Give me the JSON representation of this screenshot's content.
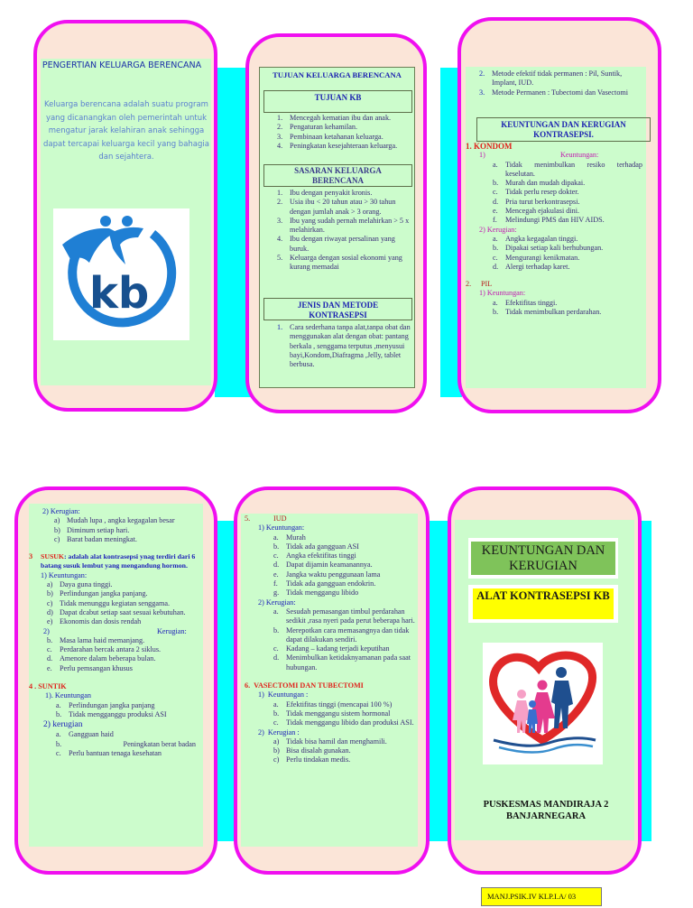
{
  "colors": {
    "panel_border": "#f00ff0",
    "panel_fill": "#fbe5d8",
    "content_fill": "#ccfccc",
    "strip": "#00ffff",
    "heading_blue": "#1a1fb0",
    "heading_red": "#e0231c",
    "subheading_magenta": "#c21ab0",
    "cover_green": "#7fc35a",
    "cover_yellow": "#ffff00"
  },
  "panel1": {
    "title": "PENGERTIAN KELUARGA BERENCANA",
    "body": "Keluarga berencana adalah suatu program yang dicanangkan oleh pemerintah untuk mengatur jarak kelahiran anak sehingga dapat tercapai keluarga kecil yang bahagia dan sejahtera.",
    "logo": {
      "icon": "kb-logo-icon",
      "text": "kb"
    }
  },
  "panel2": {
    "title": "TUJUAN KELUARGA BERENCANA",
    "tujuan_heading": "TUJUAN KB",
    "tujuan_items": [
      {
        "num": "1.",
        "text": "Mencegah kematian ibu dan anak."
      },
      {
        "num": "2.",
        "text": "Pengaturan kehamilan."
      },
      {
        "num": "3.",
        "text": "Pembinaan ketahanan keluarga."
      },
      {
        "num": "4.",
        "text": "Peningkatan kesejahteraan keluarga."
      }
    ],
    "sasaran_heading": "SASARAN KELUARGA BERENCANA",
    "sasaran_items": [
      {
        "num": "1.",
        "text": "Ibu dengan penyakit kronis."
      },
      {
        "num": "2.",
        "text": "Usia ibu < 20 tahun atau > 30 tahun dengan jumlah anak > 3 orang."
      },
      {
        "num": "3.",
        "text": "Ibu yang sudah pernah melahirkan > 5 x melahirkan."
      },
      {
        "num": "4.",
        "text": "Ibu dengan riwayat persalinan yang buruk."
      },
      {
        "num": "5.",
        "text": "Keluarga dengan sosial ekonomi yang kurang memadai"
      }
    ],
    "jenis_heading": "JENIS DAN METODE KONTRASEPSI",
    "jenis_items": [
      {
        "num": "1.",
        "text": "Cara sederhana tanpa alat,tanpa obat dan menggunakan alat dengan obat: pantang berkala , senggama terputus ,menyusui bayi,Kondom,Diafragma ,Jelly, tablet berbusa."
      }
    ]
  },
  "panel3": {
    "metode_items": [
      {
        "num": "2.",
        "text": "Metode efektif tidak permanen : Pil, Suntik, Implant, IUD."
      },
      {
        "num": "3.",
        "text": "Metode Permanen : Tubectomi dan Vasectomi"
      }
    ],
    "heading": "KEUNTUNGAN DAN KERUGIAN KONTRASEPSI.",
    "kondom": {
      "title": "1. KONDOM",
      "keuntungan_label": "Keuntungan:",
      "keuntungan_num": "1)",
      "keuntungan": [
        {
          "num": "a.",
          "text": "Tidak menimbulkan resiko terhadap keselutan."
        },
        {
          "num": "b.",
          "text": "Murah dan mudah dipakai."
        },
        {
          "num": "c.",
          "text": "Tidak perlu resep dokter."
        },
        {
          "num": "d.",
          "text": "Pria turut berkontrasepsi."
        },
        {
          "num": "e.",
          "text": "Mencegah ejakulasi dini."
        },
        {
          "num": "f.",
          "text": "Melindungi PMS dan HIV AIDS."
        }
      ],
      "kerugian_label": "2) Kerugian:",
      "kerugian": [
        {
          "num": "a.",
          "text": "Angka kegagalan tinggi."
        },
        {
          "num": "b.",
          "text": "Dipakai setiap kali berhubungan."
        },
        {
          "num": "c.",
          "text": "Mengurangi kenikmatan."
        },
        {
          "num": "d.",
          "text": "Alergi terhadap karet."
        }
      ]
    },
    "pil": {
      "title_num": "2.",
      "title": "PIL",
      "keuntungan_label": "1) Keuntungan:",
      "keuntungan": [
        {
          "num": "a.",
          "text": "Efektifitas tinggi."
        },
        {
          "num": "b.",
          "text": "Tidak menimbulkan perdarahan."
        }
      ]
    }
  },
  "panel4": {
    "pil_kerugian_label": "2) Kerugian:",
    "pil_kerugian": [
      {
        "num": "a)",
        "text": "Mudah lupa , angka kegagalan besar"
      },
      {
        "num": "b)",
        "text": "Diminum setiap hari."
      },
      {
        "num": "c)",
        "text": "Barat badan meningkat."
      }
    ],
    "susuk": {
      "num": "3",
      "title": "SUSUK",
      "desc": ": adalah alat kontrasepsi ynag terdiri dari 6 batang susuk lembut yang mengandung hormon.",
      "keuntungan_label": "1) Keuntungan:",
      "keuntungan": [
        {
          "num": "a)",
          "text": "Daya guna tinggi."
        },
        {
          "num": "b)",
          "text": "Perlindungan jangka panjang."
        },
        {
          "num": "c)",
          "text": "Tidak menunggu kegiatan senggama."
        },
        {
          "num": "d)",
          "text": "Dapat dcabut setiap saat sesuai kebutuhan."
        },
        {
          "num": "e)",
          "text": "Ekonomis dan dosis rendah"
        }
      ],
      "kerugian_num": "2)",
      "kerugian_label": "Kerugian:",
      "kerugian": [
        {
          "num": "b.",
          "text": "Masa lama haid memanjang."
        },
        {
          "num": "c.",
          "text": "Perdarahan bercak antara 2 siklus."
        },
        {
          "num": "d.",
          "text": "Amenore dalam beberapa bulan."
        },
        {
          "num": "e.",
          "text": "Perlu pemsangan khusus"
        }
      ]
    },
    "suntik": {
      "title": "4 . SUNTIK",
      "keuntungan_label": "1). Keuntungan",
      "keuntungan": [
        {
          "num": "a.",
          "text": "Perlindungan jangka panjang"
        },
        {
          "num": "b.",
          "text": "Tidak mengganggu produksi ASI"
        }
      ],
      "kerugian_label": "2) kerugian",
      "kerugian": [
        {
          "num": "a.",
          "text": "Gangguan haid"
        },
        {
          "num": "b.",
          "text": "Peningkatan berat badan"
        },
        {
          "num": "c.",
          "text": "Perlu bantuan tenaga kesehatan"
        }
      ]
    }
  },
  "panel5": {
    "iud": {
      "num": "5.",
      "title": "IUD",
      "keuntungan_label": "1) Keuntungan:",
      "keuntungan": [
        {
          "num": "a.",
          "text": "Murah"
        },
        {
          "num": "b.",
          "text": "Tidak ada gangguan ASI"
        },
        {
          "num": "c.",
          "text": "Angka efektifitas tinggi"
        },
        {
          "num": "d.",
          "text": "Dapat dijamin keamanannya."
        },
        {
          "num": "e.",
          "text": "Jangka waktu penggunaan lama"
        },
        {
          "num": "f.",
          "text": "Tidak ada gangguan endokrin."
        },
        {
          "num": "g.",
          "text": "Tidak menggangu libido"
        }
      ],
      "kerugian_label": "2) Kerugian:",
      "kerugian": [
        {
          "num": "a.",
          "text": "Sesudah pemasangan timbul perdarahan sedikit ,rasa nyeri pada perut beberapa hari."
        },
        {
          "num": "b.",
          "text": "Merepotkan cara memasangnya dan tidak dapat dilakukan sendiri."
        },
        {
          "num": "c.",
          "text": "Kadang – kadang terjadi keputihan"
        },
        {
          "num": "d.",
          "text": "Menimbulkan ketidaknyamanan pada saat hubungan."
        }
      ]
    },
    "vasectomi": {
      "title": "6.  VASECTOMI DAN TUBECTOMI",
      "keuntungan_label": "1)  Keuntungan :",
      "keuntungan": [
        {
          "num": "a.",
          "text": "Efektifitas tinggi (mencapai 100 %)"
        },
        {
          "num": "b.",
          "text": "Tidak menggangu sistem hormonal"
        },
        {
          "num": "c.",
          "text": "Tidak menggangu libido dan produksi ASI."
        }
      ],
      "kerugian_label": "2)  Kerugian :",
      "kerugian": [
        {
          "num": "a)",
          "text": "Tidak bisa hamil dan menghamili."
        },
        {
          "num": "b)",
          "text": "Bisa disalah gunakan."
        },
        {
          "num": "c)",
          "text": "Perlu tindakan medis."
        }
      ]
    }
  },
  "panel6": {
    "cover_title": "KEUNTUNGAN DAN KERUGIAN",
    "cover_subtitle": "ALAT KONTRASEPSI KB",
    "logo": {
      "icon": "family-heart-logo-icon"
    },
    "org_line1": "PUSKESMAS MANDIRAJA 2",
    "org_line2": "BANJARNEGARA"
  },
  "footer": {
    "code": "MANJ.PSIK.IV KLP.I.A/ 03"
  }
}
